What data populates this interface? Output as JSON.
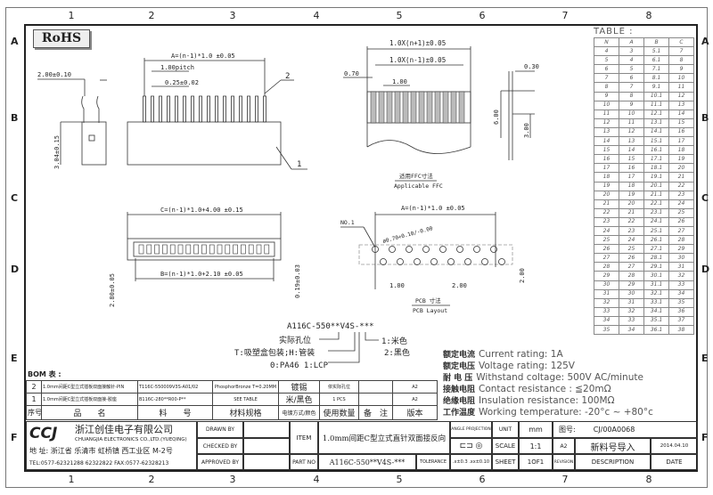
{
  "columns": [
    "1",
    "2",
    "3",
    "4",
    "5",
    "6",
    "7",
    "8"
  ],
  "rows": [
    "A",
    "B",
    "C",
    "D",
    "E",
    "F"
  ],
  "rohs": "RoHS",
  "side_view": {
    "pin_spacing": "2.00±0.10",
    "height": "3.04±0.15"
  },
  "front_view": {
    "dim_a": "A=(n-1)*1.0 ±0.05",
    "pitch": "1.00pitch",
    "pin_width": "0.25±0.02",
    "callout_1": "1",
    "callout_2": "2"
  },
  "ffc": {
    "outer": "1.0X(n+1)±0.05",
    "inner": "1.0X(n-1)±0.05",
    "edge": "0.70",
    "pitch": "1.00",
    "thickness": "0.30",
    "length": "6.00",
    "contact": "3.00",
    "caption_cn": "适用FFC寸法",
    "caption_en": "Applicable FFC"
  },
  "top_view": {
    "dim_c": "C=(n-1)*1.0+4.00 ±0.15",
    "dim_b": "B=(n-1)*1.0+2.10 ±0.05",
    "depth": "2.80±0.05",
    "wall": "0.19±0.03"
  },
  "pcb": {
    "dim_a": "A=(n-1)*1.0 ±0.05",
    "no1": "NO.1",
    "hole": "ø0.70+0.10/-0.00",
    "pitch": "1.00",
    "offset": "2.00",
    "row_gap": "2.00",
    "caption_cn": "PCB 寸法",
    "caption_en": "PCB Layout"
  },
  "part_code": {
    "code": "A116C-550**V4S-***",
    "pos": "实际孔位",
    "pack": "T:吸塑盒包装;H:管装",
    "material": "0:PA46 1:LCP",
    "color1": "1:米色",
    "color2": "2:黑色"
  },
  "table": {
    "title": "TABLE :",
    "headers": [
      "N",
      "A",
      "B",
      "C"
    ],
    "rows": [
      [
        "4",
        "3",
        "5.1",
        "7"
      ],
      [
        "5",
        "4",
        "6.1",
        "8"
      ],
      [
        "6",
        "5",
        "7.1",
        "9"
      ],
      [
        "7",
        "6",
        "8.1",
        "10"
      ],
      [
        "8",
        "7",
        "9.1",
        "11"
      ],
      [
        "9",
        "8",
        "10.1",
        "12"
      ],
      [
        "10",
        "9",
        "11.1",
        "13"
      ],
      [
        "11",
        "10",
        "12.1",
        "14"
      ],
      [
        "12",
        "11",
        "13.1",
        "15"
      ],
      [
        "13",
        "12",
        "14.1",
        "16"
      ],
      [
        "14",
        "13",
        "15.1",
        "17"
      ],
      [
        "15",
        "14",
        "16.1",
        "18"
      ],
      [
        "16",
        "15",
        "17.1",
        "19"
      ],
      [
        "17",
        "16",
        "18.1",
        "20"
      ],
      [
        "18",
        "17",
        "19.1",
        "21"
      ],
      [
        "19",
        "18",
        "20.1",
        "22"
      ],
      [
        "20",
        "19",
        "21.1",
        "23"
      ],
      [
        "21",
        "20",
        "22.1",
        "24"
      ],
      [
        "22",
        "21",
        "23.1",
        "25"
      ],
      [
        "23",
        "22",
        "24.1",
        "26"
      ],
      [
        "24",
        "23",
        "25.1",
        "27"
      ],
      [
        "25",
        "24",
        "26.1",
        "28"
      ],
      [
        "26",
        "25",
        "27.1",
        "29"
      ],
      [
        "27",
        "26",
        "28.1",
        "30"
      ],
      [
        "28",
        "27",
        "29.1",
        "31"
      ],
      [
        "29",
        "28",
        "30.1",
        "32"
      ],
      [
        "30",
        "29",
        "31.1",
        "33"
      ],
      [
        "31",
        "30",
        "32.1",
        "34"
      ],
      [
        "32",
        "31",
        "33.1",
        "35"
      ],
      [
        "33",
        "32",
        "34.1",
        "36"
      ],
      [
        "34",
        "33",
        "35.1",
        "37"
      ],
      [
        "35",
        "34",
        "36.1",
        "38"
      ]
    ]
  },
  "specs": [
    {
      "cn": "额定电流",
      "en": "Current rating: 1A"
    },
    {
      "cn": "额定电压",
      "en": "Voltage rating: 125V"
    },
    {
      "cn": "耐 电 压",
      "en": "Withstand coltage: 500V AC/minute"
    },
    {
      "cn": "接触电阻",
      "en": "Contact resistance : ≦20mΩ"
    },
    {
      "cn": "绝缘电阻",
      "en": "Insulation resistance: 100MΩ"
    },
    {
      "cn": "工作温度",
      "en": "Working temperature: -20°c ~ +80°c"
    }
  ],
  "bom": {
    "title": "BOM 表 :",
    "rows": [
      [
        "2",
        "1.0mm间距C型立式插板双面接触针-PIN",
        "T116C-550009V3S-A01/02",
        "PhosphorBronze T=0.20MM",
        "镀锡",
        "依实际孔位",
        "",
        "A2"
      ],
      [
        "1",
        "1.0mm间距C型立式插板双面接-胶座",
        "B116C-280**R00-P**",
        "SEE TABLE",
        "米/黑色",
        "1 PCS",
        "",
        "A2"
      ]
    ],
    "headers": [
      "序号",
      "品　　名",
      "料　　号",
      "材料规格",
      "电镀方式/颜色",
      "使用数量",
      "备　注",
      "版本"
    ]
  },
  "title_block": {
    "company_cn": "浙江创佳电子有限公司",
    "logo": "CCJ",
    "company_en": "CHUANGJIA ELECTRONICS CO.,LTD.(YUEQING)",
    "address": "地 址: 浙江省 乐清市 虹桥镇 西工业区 M-2号",
    "tel": "TEL:0577-62321288 62322822 FAX:0577-62328213",
    "drawn_by": "DRAWN BY",
    "checked_by": "CHECKED BY",
    "approved_by": "APPROVED BY",
    "item_label": "ITEM",
    "item": "1.0mm间距C型立式直针双面接反向",
    "part_no_label": "PART NO",
    "part_no": "A116C-550**V4S-***",
    "tolerance_label": "TOLERANCE",
    "tolerance": ".x±0.3 .xx±0.10",
    "projection_label": "ANGLE PROJECTION",
    "unit_label": "UNIT",
    "unit": "mm",
    "drawing_no_label": "图号:",
    "drawing_no": "CJ/00A0068",
    "scale_label": "SCALE",
    "scale": "1:1",
    "revision_mark": "A2",
    "description": "新料号导入",
    "date": "2014.04.10",
    "sheet_label": "SHEET",
    "sheet": "1OF1",
    "revision_label": "REVISION",
    "description_label": "DESCRIPTION",
    "date_label": "DATE"
  }
}
